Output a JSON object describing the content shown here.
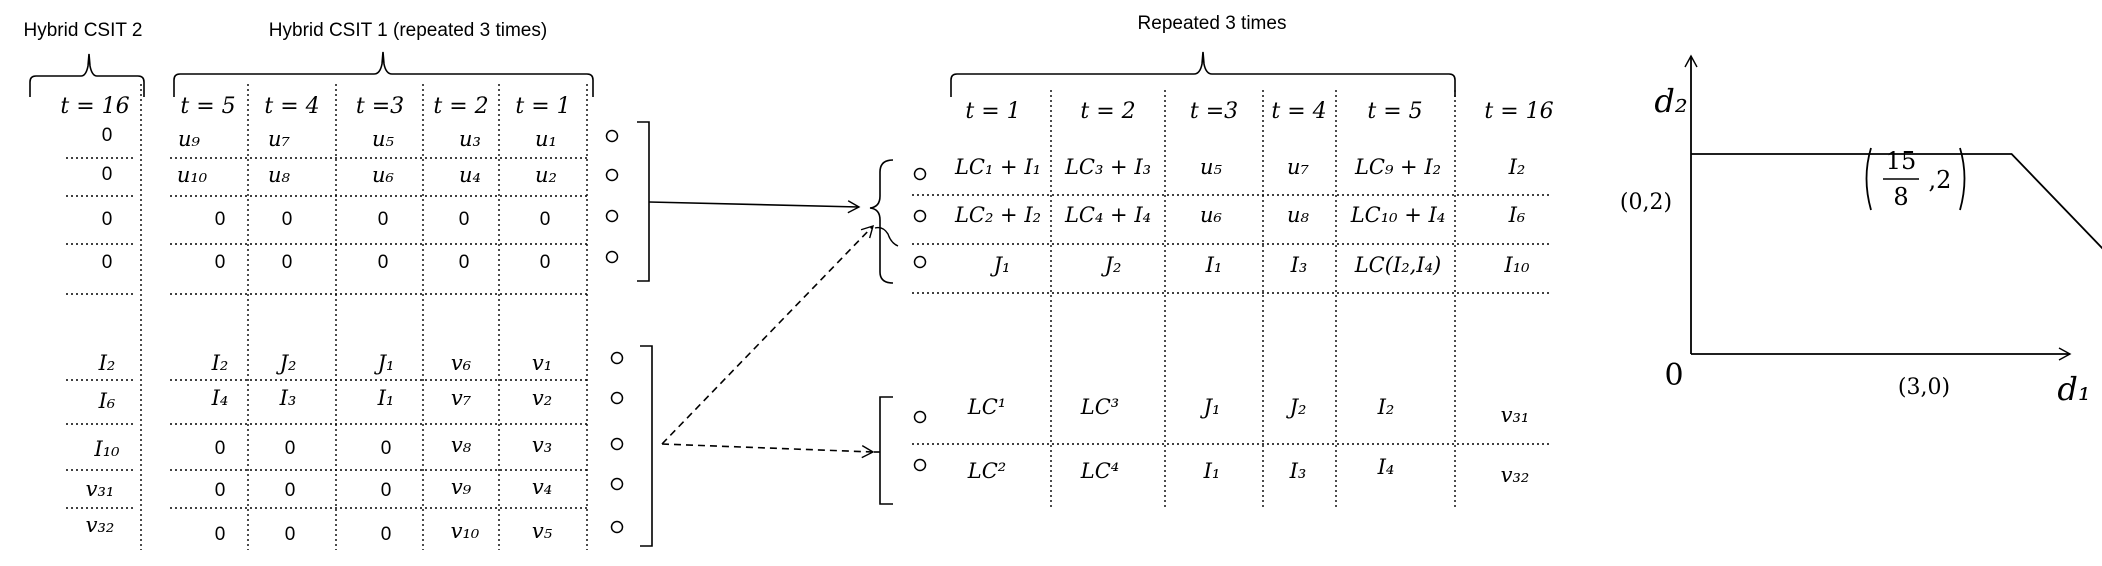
{
  "headers": {
    "hybrid2": "Hybrid CSIT 2",
    "hybrid1": "Hybrid CSIT 1 (repeated 3 times)",
    "repeated": "Repeated 3 times"
  },
  "left": {
    "t16_label": "t = 16",
    "t16_top": [
      "0",
      "0",
      "0",
      "0"
    ],
    "t16_bottom": [
      "I₂",
      "I₆",
      "I₁₀",
      "v₃₁",
      "v₃₂"
    ],
    "slot_labels": [
      "t = 5",
      "t = 4",
      "t =3",
      "t = 2",
      "t = 1"
    ],
    "top_rows": [
      [
        "u₉",
        "u₇",
        "u₅",
        "u₃",
        "u₁"
      ],
      [
        "u₁₀",
        "u₈",
        "u₆",
        "u₄",
        "u₂"
      ],
      [
        "0",
        "0",
        "0",
        "0",
        "0"
      ],
      [
        "0",
        "0",
        "0",
        "0",
        "0"
      ]
    ],
    "bottom_rows": [
      [
        "I₂",
        "J₂",
        "J₁",
        "v₆",
        "v₁"
      ],
      [
        "I₄",
        "I₃",
        "I₁",
        "v₇",
        "v₂"
      ],
      [
        "0",
        "0",
        "0",
        "v₈",
        "v₃"
      ],
      [
        "0",
        "0",
        "0",
        "v₉",
        "v₄"
      ],
      [
        "0",
        "0",
        "0",
        "v₁₀",
        "v₅"
      ]
    ]
  },
  "right": {
    "slot_labels": [
      "t = 1",
      "t = 2",
      "t =3",
      "t = 4",
      "t = 5",
      "t = 16"
    ],
    "top_rows": [
      [
        "LC₁ + I₁",
        "LC₃ + I₃",
        "u₅",
        "u₇",
        "LC₉ + I₂",
        "I₂"
      ],
      [
        "LC₂ + I₂",
        "LC₄ + I₄",
        "u₆",
        "u₈",
        "LC₁₀ + I₄",
        "I₆"
      ],
      [
        "J₁",
        "J₂",
        "I₁",
        "I₃",
        "LC(I₂,I₄)",
        "I₁₀"
      ]
    ],
    "bottom_rows": [
      [
        "LC¹",
        "LC³",
        "J₁",
        "J₂",
        "I₂",
        "v₃₁"
      ],
      [
        "LC²",
        "LC⁴",
        "I₁",
        "I₃",
        "I₄",
        "v₃₂"
      ]
    ]
  },
  "region": {
    "y_axis": "d₂",
    "x_axis": "d₁",
    "origin": "0",
    "point_a": "(0,2)",
    "point_b": "(3,0)",
    "corner_frac_num": "15",
    "corner_frac_den": "8",
    "corner_rest": ",2",
    "vertices": [
      [
        0,
        2
      ],
      [
        1.875,
        2
      ],
      [
        3,
        0
      ]
    ]
  }
}
